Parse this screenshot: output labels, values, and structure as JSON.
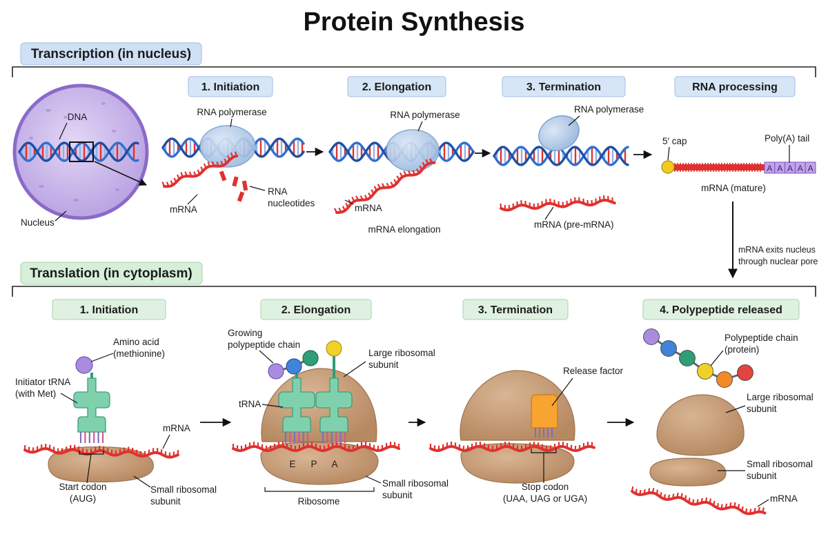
{
  "title": "Protein Synthesis",
  "transcription": {
    "section_label": "Transcription (in nucleus)",
    "steps": [
      "1. Initiation",
      "2. Elongation",
      "3. Termination",
      "RNA processing"
    ],
    "labels": {
      "dna": "DNA",
      "nucleus": "Nucleus",
      "rna_polymerase": "RNA polymerase",
      "mrna": "mRNA",
      "rna_nucleotides_1": "RNA",
      "rna_nucleotides_2": "nucleotides",
      "mrna_elongation": "mRNA elongation",
      "mrna_pre": "mRNA (pre-mRNA)",
      "cap": "5′ cap",
      "poly_a_tail": "Poly(A) tail",
      "poly_a_letter": "A",
      "mrna_mature": "mRNA (mature)",
      "exit_1": "mRNA exits nucleus",
      "exit_2": "through nuclear pore"
    }
  },
  "translation": {
    "section_label": "Translation (in cytoplasm)",
    "steps": [
      "1. Initiation",
      "2. Elongation",
      "3. Termination",
      "4. Polypeptide released"
    ],
    "labels": {
      "amino_acid_1": "Amino acid",
      "amino_acid_2": "(methionine)",
      "initiator_trna_1": "Initiator tRNA",
      "initiator_trna_2": "(with Met)",
      "mrna": "mRNA",
      "start_codon_1": "Start codon",
      "start_codon_2": "(AUG)",
      "small_subunit_1": "Small ribosomal",
      "small_subunit_2": "subunit",
      "growing_1": "Growing",
      "growing_2": "polypeptide chain",
      "large_subunit_1": "Large ribosomal",
      "large_subunit_2": "subunit",
      "trna": "tRNA",
      "site_e": "E",
      "site_p": "P",
      "site_a": "A",
      "ribosome": "Ribosome",
      "release_factor": "Release factor",
      "stop_codon_1": "Stop codon",
      "stop_codon_2": "(UAA, UAG or UGA)",
      "polypeptide_1": "Polypeptide chain",
      "polypeptide_2": "(protein)"
    }
  },
  "colors": {
    "dna_blue": "#2f6fd0",
    "dna_red": "#e0312f",
    "mrna_red": "#e0312f",
    "polymerase": "#a9c4e4",
    "nucleus_fill": "#cdbbea",
    "ribosome": "#c49a74",
    "trna": "#7fd1ad",
    "release_factor": "#f7a431",
    "cap": "#f2cc1c",
    "poly_a": "#c2a3ea",
    "transcription_badge": "#cfe0f5",
    "translation_badge": "#d7efd9",
    "amino_acids": [
      "#a98ce0",
      "#3f83db",
      "#2f9e77",
      "#f0d12a",
      "#f28a2a",
      "#e0453f"
    ]
  }
}
